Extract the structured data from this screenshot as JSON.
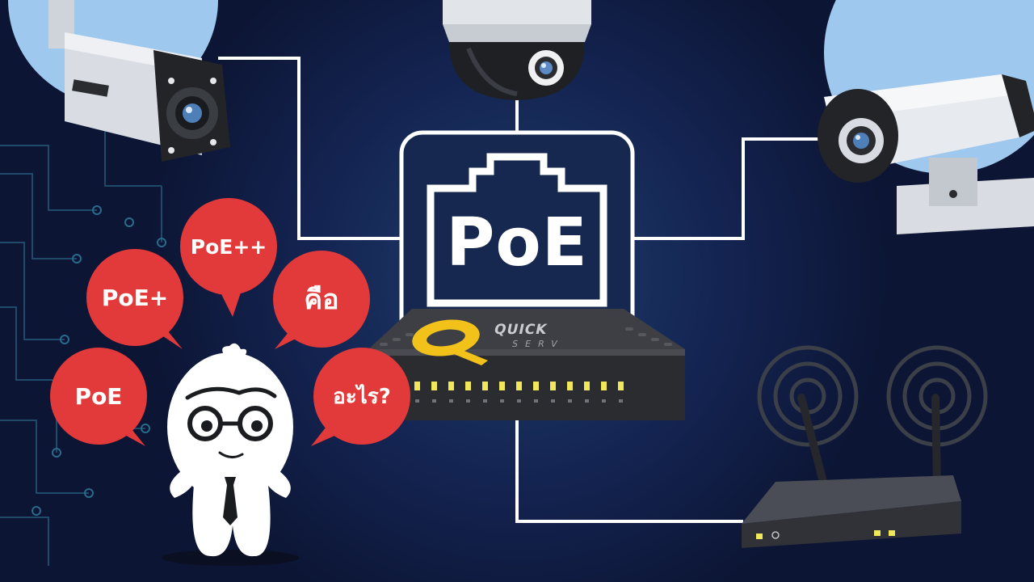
{
  "center": {
    "label": "PoE"
  },
  "switch": {
    "brand_name": "QUICK",
    "brand_sub": "SERV"
  },
  "bubbles": [
    {
      "id": "poe",
      "text": "PoE"
    },
    {
      "id": "poe-plus",
      "text": "PoE+"
    },
    {
      "id": "poe-plus-plus",
      "text": "PoE++"
    },
    {
      "id": "khue",
      "text": "คือ"
    },
    {
      "id": "arai",
      "text": "อะไร?"
    }
  ],
  "colors": {
    "background": "#101a3a",
    "bubble_red": "#e23a3a",
    "line_white": "#ffffff",
    "logo_yellow": "#f2c21b",
    "sky_blue": "#9ec8ee"
  }
}
